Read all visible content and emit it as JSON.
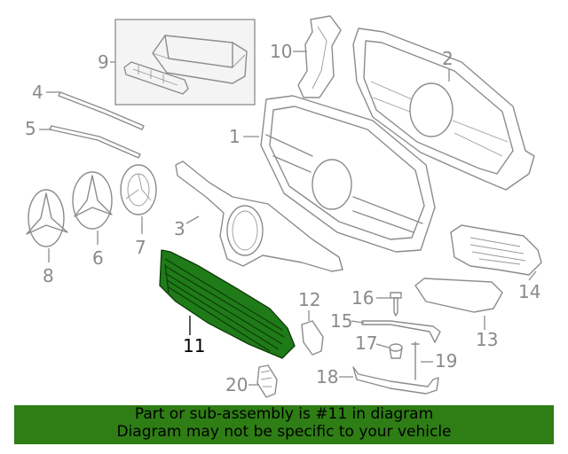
{
  "callouts": {
    "c1": "1",
    "c2": "2",
    "c3": "3",
    "c4": "4",
    "c5": "5",
    "c6": "6",
    "c7": "7",
    "c8": "8",
    "c9": "9",
    "c10": "10",
    "c11": "11",
    "c12": "12",
    "c13": "13",
    "c14": "14",
    "c15": "15",
    "c16": "16",
    "c17": "17",
    "c18": "18",
    "c19": "19",
    "c20": "20"
  },
  "highlighted_part": "11",
  "colors": {
    "highlight": "#1f7a18",
    "banner": "#2e7d15",
    "line_art": "#8c8c8c"
  },
  "banner": {
    "line1": "Part or sub-assembly is #11 in diagram",
    "line2": "Diagram may not be specific to your vehicle"
  }
}
